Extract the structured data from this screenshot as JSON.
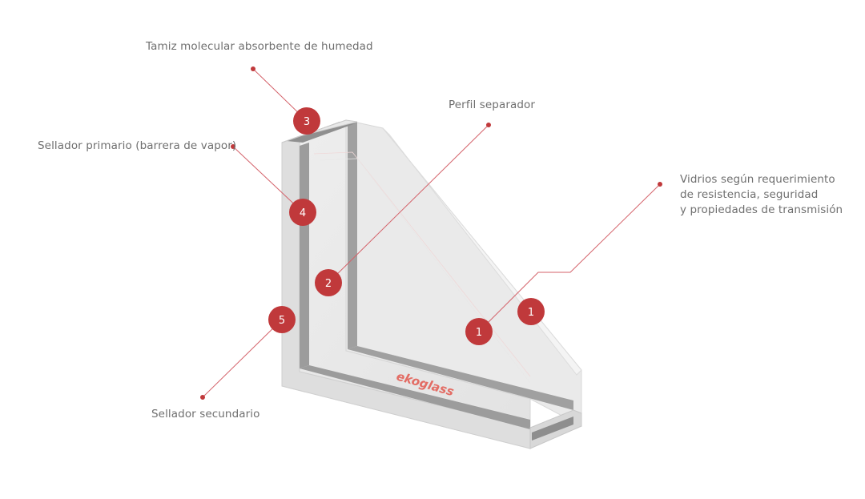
{
  "labels": {
    "tamiz": "Tamiz molecular absorbente de humedad",
    "perfil": "Perfil separador",
    "sellador_primario": "Sellador primario (barrera de vapor)",
    "vidrios": [
      "Vidrios según requerimiento",
      "de resistencia, seguridad",
      "y propiedades de transmisión"
    ],
    "sellador_secundario": "Sellador secundario"
  },
  "badges": {
    "tamiz": "3",
    "sellador_primario": "4",
    "perfil": "2",
    "sellador_secundario": "5",
    "vidrio_interior": "1",
    "vidrio_exterior": "1"
  },
  "brand": "ekoglass",
  "colors": {
    "accent": "#c0393b",
    "leader_line": "#d4626a",
    "label_text": "#6f6f6f",
    "frame_dark": "#9a9a9a",
    "glass": "#e6e6e6"
  }
}
